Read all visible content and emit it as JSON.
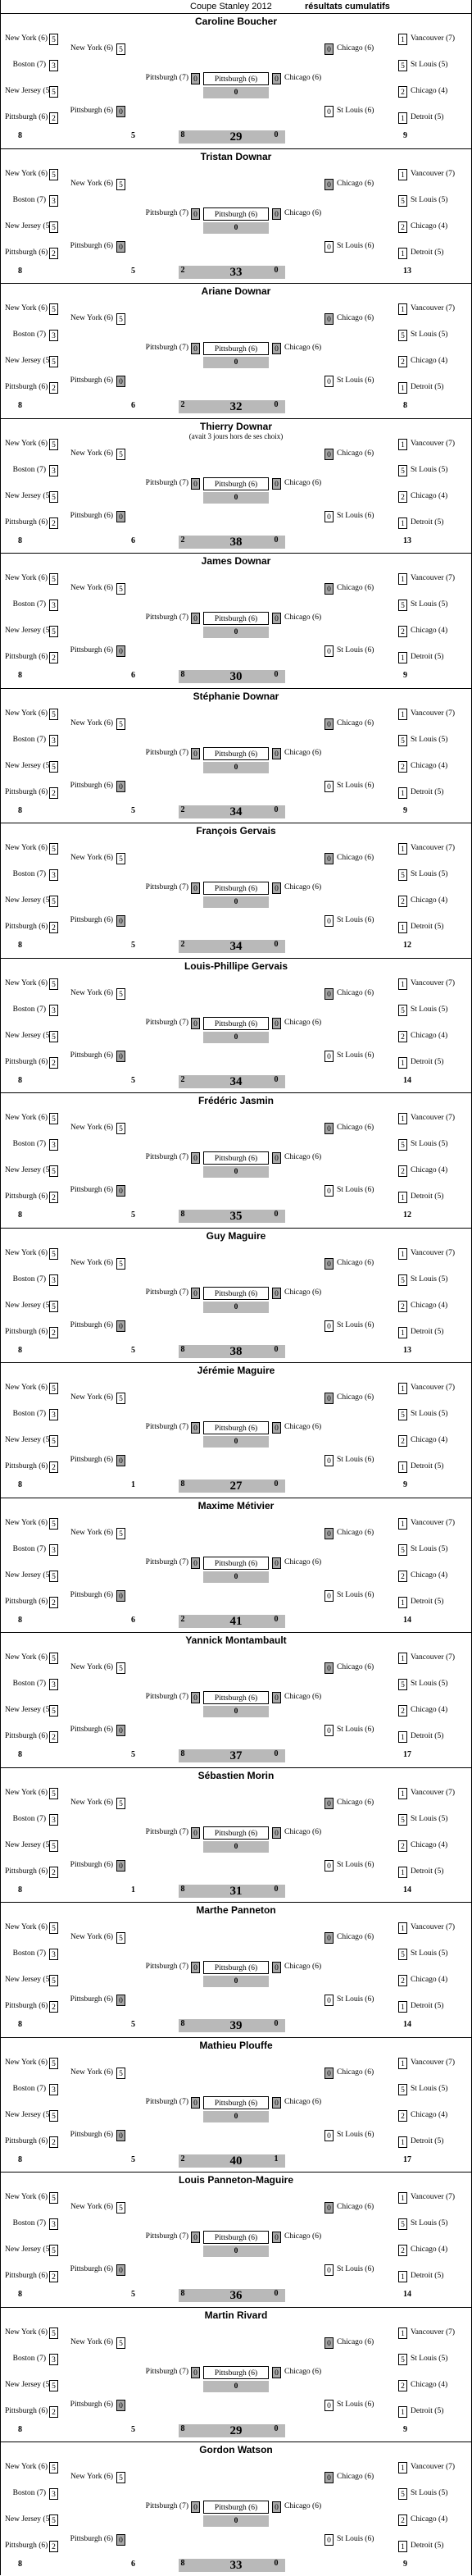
{
  "header": {
    "title": "Coupe Stanley 2012",
    "subtitle": "résultats cumulatifs"
  },
  "entries": [
    {
      "name": "Caroline Boucher",
      "score": "29",
      "totals": [
        "8",
        "5",
        "8",
        "0",
        "9"
      ]
    },
    {
      "name": "Tristan Downar",
      "score": "33",
      "totals": [
        "8",
        "5",
        "2",
        "0",
        "13"
      ]
    },
    {
      "name": "Ariane Downar",
      "score": "32",
      "totals": [
        "8",
        "6",
        "2",
        "0",
        "8"
      ]
    },
    {
      "name": "Thierry Downar",
      "score": "38",
      "totals": [
        "8",
        "6",
        "2",
        "0",
        "13"
      ],
      "note": "(avait 3 jours hors de ses choix)"
    },
    {
      "name": "James Downar",
      "score": "30",
      "totals": [
        "8",
        "6",
        "8",
        "0",
        "9"
      ]
    },
    {
      "name": "Stéphanie Downar",
      "score": "34",
      "totals": [
        "8",
        "5",
        "2",
        "0",
        "9"
      ]
    },
    {
      "name": "François Gervais",
      "score": "34",
      "totals": [
        "8",
        "5",
        "2",
        "0",
        "12"
      ]
    },
    {
      "name": "Louis-Phillipe Gervais",
      "score": "34",
      "totals": [
        "8",
        "5",
        "2",
        "0",
        "14"
      ]
    },
    {
      "name": "Frédéric Jasmin",
      "score": "35",
      "totals": [
        "8",
        "5",
        "8",
        "0",
        "12"
      ]
    },
    {
      "name": "Guy Maguire",
      "score": "38",
      "totals": [
        "8",
        "5",
        "8",
        "0",
        "13"
      ]
    },
    {
      "name": "Jérémie Maguire",
      "score": "27",
      "totals": [
        "8",
        "1",
        "8",
        "0",
        "9"
      ]
    },
    {
      "name": "Maxime Métivier",
      "score": "41",
      "totals": [
        "8",
        "6",
        "2",
        "0",
        "14"
      ]
    },
    {
      "name": "Yannick Montambault",
      "score": "37",
      "totals": [
        "8",
        "5",
        "8",
        "0",
        "17"
      ]
    },
    {
      "name": "Sébastien Morin",
      "score": "31",
      "totals": [
        "8",
        "1",
        "8",
        "0",
        "14"
      ]
    },
    {
      "name": "Marthe Panneton",
      "score": "39",
      "totals": [
        "8",
        "5",
        "8",
        "0",
        "14"
      ]
    },
    {
      "name": "Mathieu Plouffe",
      "score": "40",
      "totals": [
        "8",
        "5",
        "2",
        "1",
        "17"
      ]
    },
    {
      "name": "Louis Panneton-Maguire",
      "score": "36",
      "totals": [
        "8",
        "5",
        "8",
        "0",
        "14"
      ]
    },
    {
      "name": "Martin Rivard",
      "score": "29",
      "totals": [
        "8",
        "5",
        "8",
        "0",
        "9"
      ]
    },
    {
      "name": "Gordon Watson",
      "score": "33",
      "totals": [
        "8",
        "6",
        "8",
        "0",
        "9"
      ]
    }
  ],
  "bracket": {
    "west_r1": [
      "Vancouver (7)",
      "St Louis (5)",
      "Chicago (4)",
      "Detroit (5)"
    ],
    "east_r1": [
      "New York (6)",
      "Boston (7)",
      "New Jersey (5)",
      "Pittsburgh (6)"
    ],
    "east_r2": [
      "New York (6)",
      "Pittsburgh (6)"
    ],
    "west_r2": [
      "Chicago (6)",
      "St Louis (6)"
    ],
    "conf_east": "Pittsburgh (7)",
    "conf_west": "Chicago (6)",
    "final": "Pittsburgh (6)",
    "final_score": "0",
    "east_r1_scores": [
      "5",
      "3",
      "5",
      "2"
    ],
    "west_r1_scores": [
      "1",
      "5",
      "2",
      "1"
    ],
    "east_r2_scores": [
      "5",
      "0"
    ],
    "west_r2_scores": [
      "0",
      "0"
    ]
  }
}
